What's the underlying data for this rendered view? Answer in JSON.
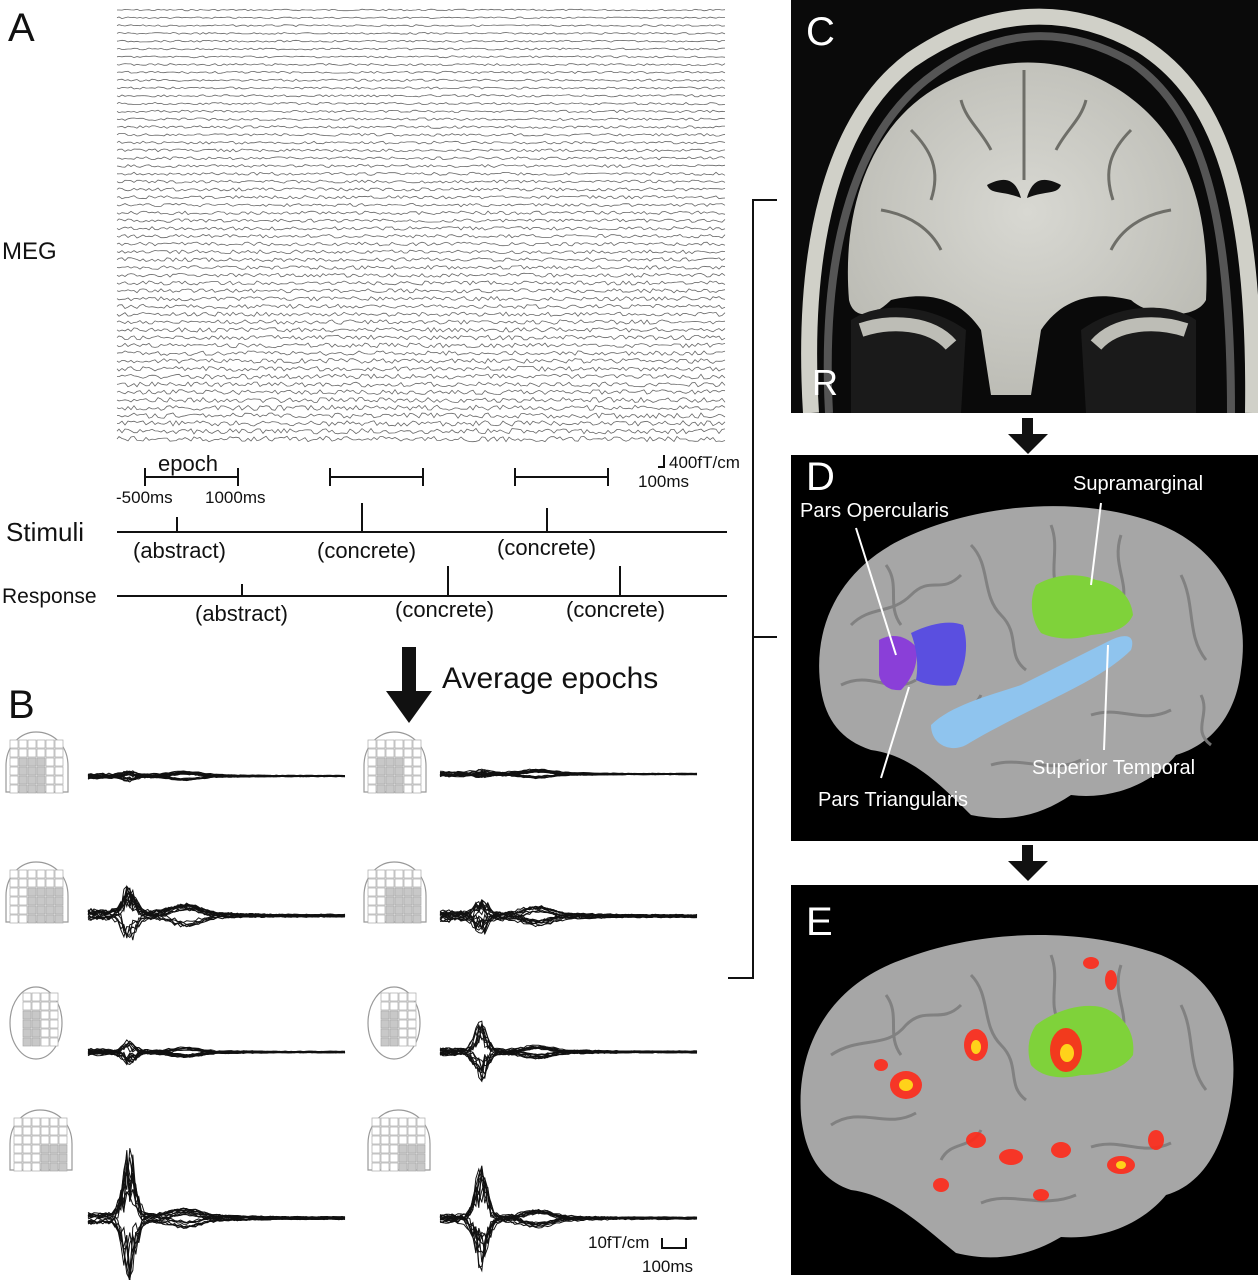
{
  "panel_a": {
    "letter": "A",
    "meg_label": "MEG",
    "epoch_label": "epoch",
    "epoch_start": "-500ms",
    "epoch_end": "1000ms",
    "scale_amp": "400fT/cm",
    "scale_time": "100ms",
    "stimuli_label": "Stimuli",
    "response_label": "Response",
    "stimuli_events": [
      "(abstract)",
      "(concrete)",
      "(concrete)"
    ],
    "response_events": [
      "(abstract)",
      "(concrete)",
      "(concrete)"
    ]
  },
  "arrow": {
    "label": "Average epochs"
  },
  "panel_b": {
    "letter": "B",
    "scale_amp": "10fT/cm",
    "scale_time": "100ms"
  },
  "panel_c": {
    "letter": "C",
    "side_label": "R"
  },
  "panel_d": {
    "letter": "D",
    "regions": {
      "supramarginal": "Supramarginal",
      "pars_opercularis": "Pars Opercularis",
      "superior_temporal": "Superior Temporal",
      "pars_triangularis": "Pars Triangularis"
    }
  },
  "panel_e": {
    "letter": "E"
  },
  "colors": {
    "supramarginal": "#7fd23a",
    "pars_opercularis": "#8a3fd8",
    "pars_triangularis": "#5a4fe0",
    "superior_temporal": "#8fc4ee",
    "cortex": "#a9a9a9",
    "activation": "#ff2a1a"
  }
}
